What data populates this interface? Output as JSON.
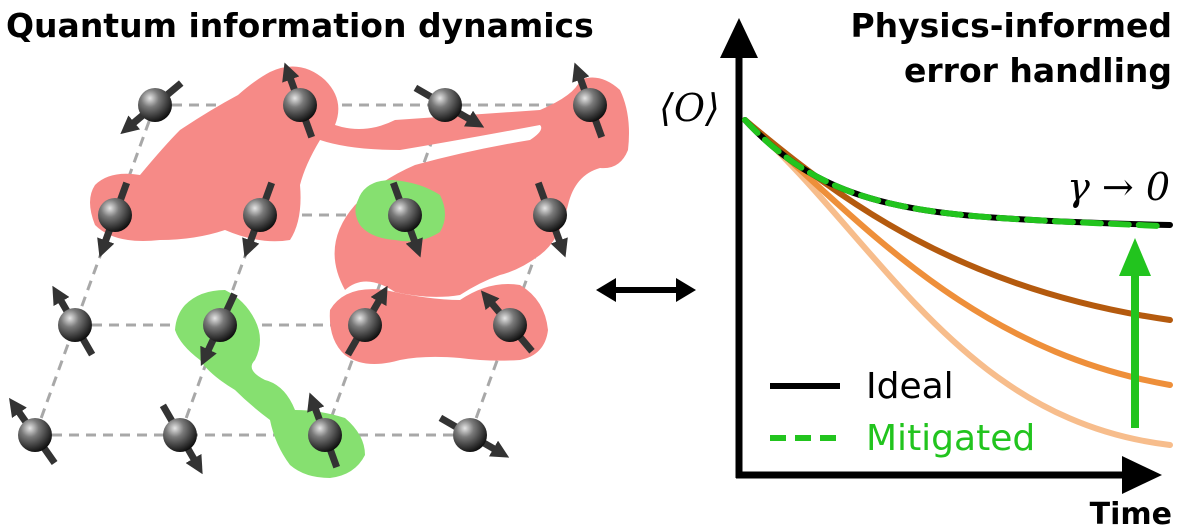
{
  "left_panel": {
    "title": "Quantum information dynamics"
  },
  "right_panel": {
    "title_line1": "Physics-informed",
    "title_line2": "error handling",
    "y_axis_label": "⟨O⟩",
    "x_axis_label": "Time",
    "limit_label": "γ → 0",
    "legend": [
      {
        "label": "Ideal",
        "color": "#000000",
        "style": "solid"
      },
      {
        "label": "Mitigated",
        "color": "#22c41e",
        "style": "dashed"
      }
    ]
  },
  "colors": {
    "red_region": "#f68a87",
    "green_region": "#86e070",
    "noisy_curve_1": "#b45a0e",
    "noisy_curve_2": "#ee8f3a",
    "noisy_curve_3": "#f7bd8c",
    "mitigation_arrow": "#22c41e",
    "lattice": "#a8a8a8"
  },
  "icons": {
    "spin": "spin-ball-with-arrow-icon",
    "connector": "double-headed-arrow-icon"
  }
}
